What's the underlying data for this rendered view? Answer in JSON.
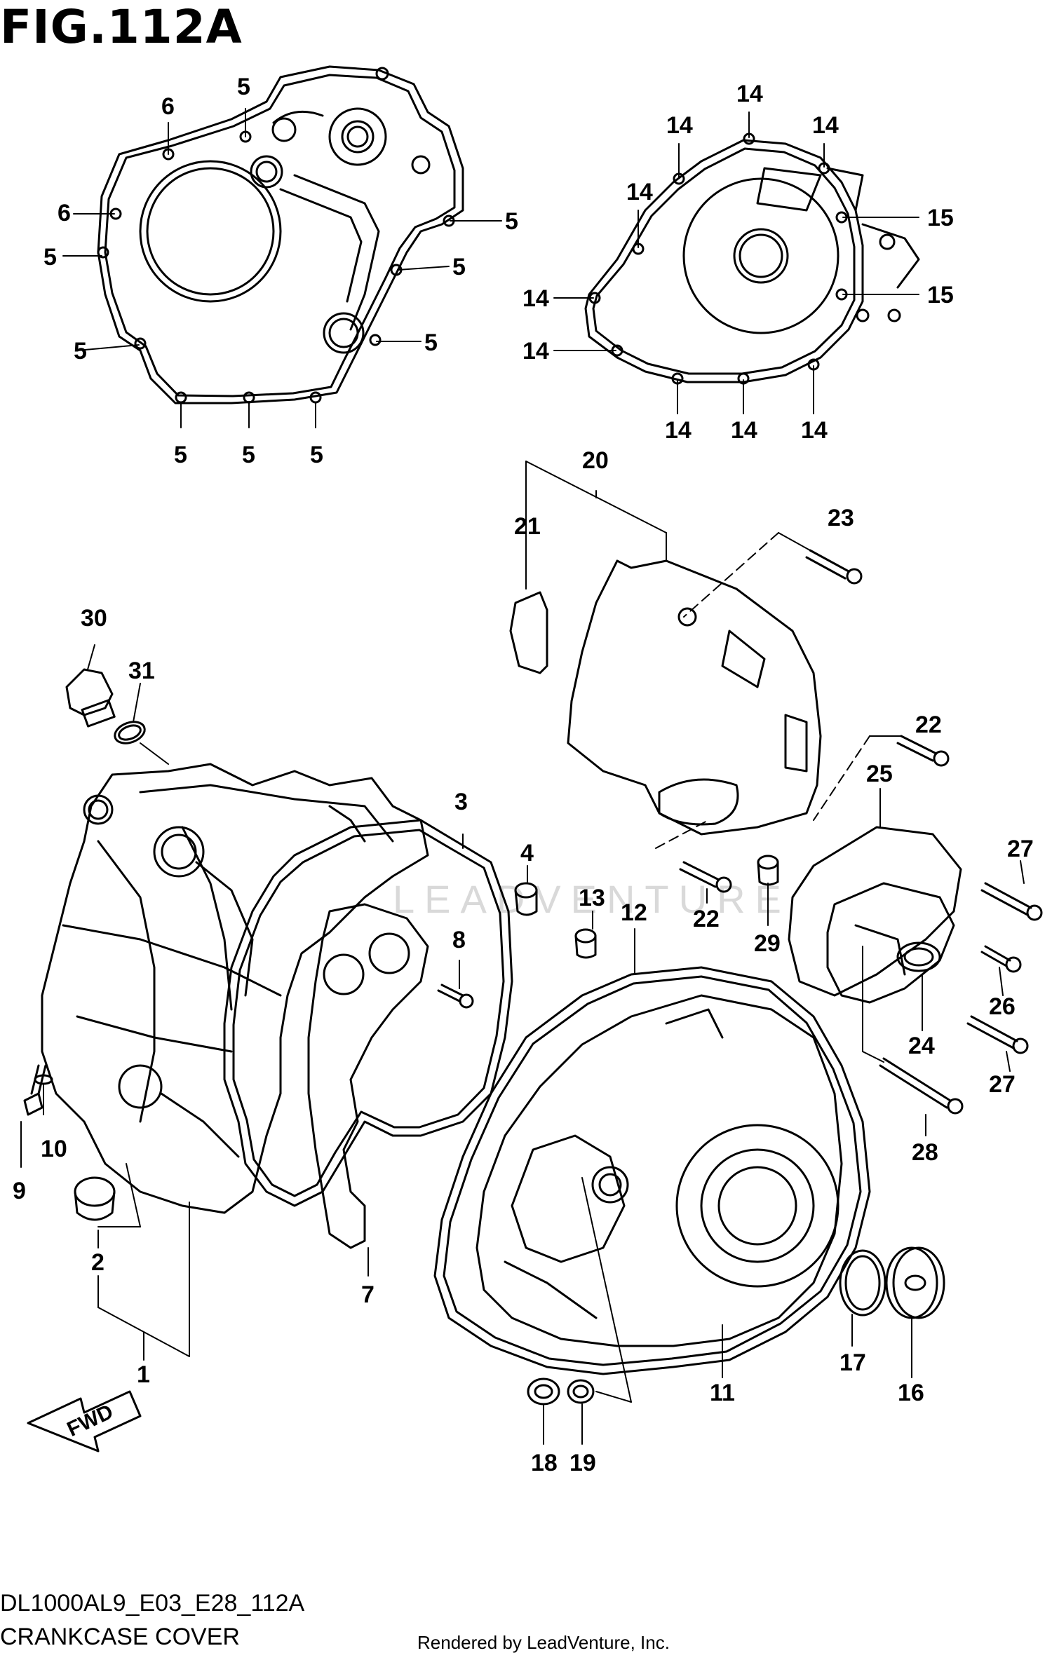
{
  "figure": {
    "title": "FIG.112A",
    "model_code": "DL1000AL9_E03_E28_112A",
    "name": "CRANKCASE COVER",
    "render_credit": "Rendered by LeadVenture, Inc.",
    "watermark": "LEADVENTURE"
  },
  "fwd_label": "FWD",
  "callouts": {
    "c5a": "5",
    "c6a": "6",
    "c6b": "6",
    "c5b": "5",
    "c5c": "5",
    "c5d": "5",
    "c5e": "5",
    "c5f": "5",
    "c5g": "5",
    "c5h": "5",
    "c5i": "5",
    "c14a": "14",
    "c14b": "14",
    "c14c": "14",
    "c14d": "14",
    "c14e": "14",
    "c14f": "14",
    "c14g": "14",
    "c14h": "14",
    "c14i": "14",
    "c15a": "15",
    "c15b": "15",
    "c20": "20",
    "c21": "21",
    "c23": "23",
    "c30": "30",
    "c31": "31",
    "c22a": "22",
    "c25": "25",
    "c27a": "27",
    "c3": "3",
    "c4": "4",
    "c13": "13",
    "c12": "12",
    "c22b": "22",
    "c29": "29",
    "c8": "8",
    "c26": "26",
    "c24": "24",
    "c27b": "27",
    "c10": "10",
    "c9": "9",
    "c28": "28",
    "c2": "2",
    "c7": "7",
    "c17": "17",
    "c16": "16",
    "c1": "1",
    "c11": "11",
    "c18": "18",
    "c19": "19"
  }
}
